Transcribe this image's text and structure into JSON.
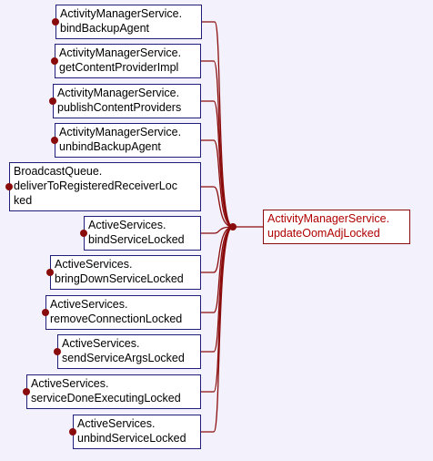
{
  "callers": [
    {
      "label": "ActivityManagerService.\nbindBackupAgent"
    },
    {
      "label": "ActivityManagerService.\ngetContentProviderImpl"
    },
    {
      "label": "ActivityManagerService.\npublishContentProviders"
    },
    {
      "label": "ActivityManagerService.\nunbindBackupAgent"
    },
    {
      "label": "BroadcastQueue.\ndeliverToRegisteredReceiverLoc\nked"
    },
    {
      "label": "ActiveServices.\nbindServiceLocked"
    },
    {
      "label": "ActiveServices.\nbringDownServiceLocked"
    },
    {
      "label": "ActiveServices.\nremoveConnectionLocked"
    },
    {
      "label": "ActiveServices.\nsendServiceArgsLocked"
    },
    {
      "label": "ActiveServices.\nserviceDoneExecutingLocked"
    },
    {
      "label": "ActiveServices.\nunbindServiceLocked"
    }
  ],
  "target": {
    "label": "ActivityManagerService.\nupdateOomAdjLocked"
  },
  "colors": {
    "background": "#f3f2fc",
    "node_border": "#1f1f7a",
    "edge": "#8a0b0b",
    "target_text": "#b00000"
  }
}
